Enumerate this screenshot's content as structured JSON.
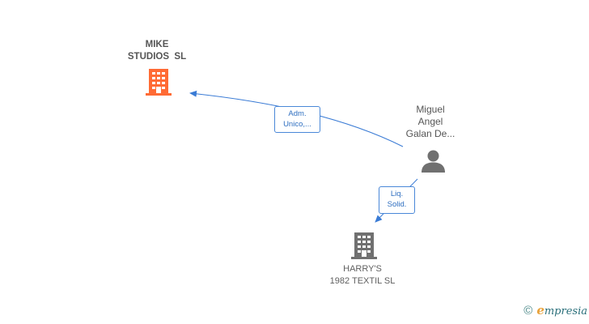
{
  "nodes": {
    "mike_studios": {
      "label": "MIKE\nSTUDIOS  SL",
      "icon": "building-icon",
      "color": "#ff6b35"
    },
    "miguel": {
      "label": "Miguel\nAngel\nGalan De...",
      "icon": "person-icon",
      "color": "#707070"
    },
    "harrys": {
      "label": "HARRY'S\n1982 TEXTIL SL",
      "icon": "building-icon",
      "color": "#707070"
    }
  },
  "edges": {
    "adm": {
      "line1": "Adm.",
      "line2": "Unico,..."
    },
    "liq": {
      "line1": "Liq.",
      "line2": "Solid."
    },
    "color": "#3a7bd5"
  },
  "brand": {
    "copyright": "©",
    "initial": "e",
    "rest": "mpresia"
  }
}
